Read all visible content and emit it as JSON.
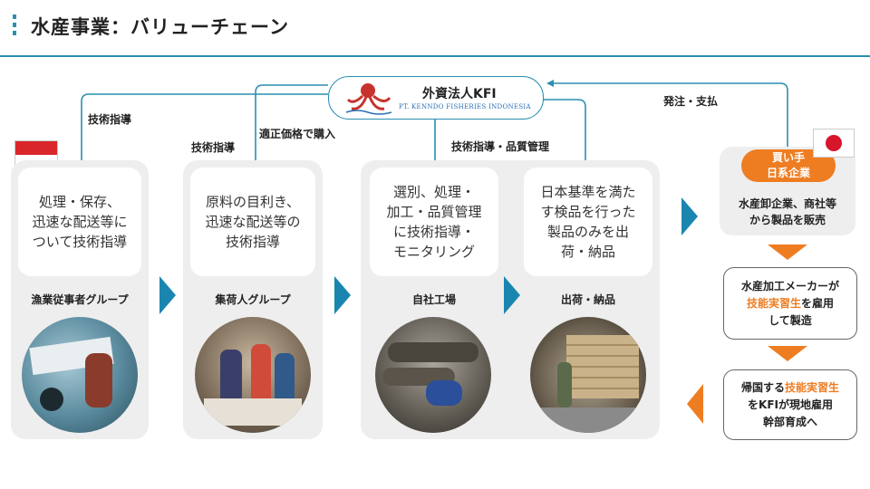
{
  "title": "水産事業：バリューチェーン",
  "kfi": {
    "name": "外資法人KFI",
    "subtitle": "PT. KENNDO FISHERIES INDONESIA"
  },
  "labels": {
    "tech_guidance_1": "技術指導",
    "tech_guidance_2": "技術指導",
    "fair_price": "適正価格で購入",
    "tech_quality": "技術指導・品質管理",
    "order_payment": "発注・支払"
  },
  "stages": [
    {
      "text_lines": [
        "処理・保存、",
        "迅速な配送等に",
        "ついて技術指導"
      ],
      "name": "漁業従事者グループ"
    },
    {
      "text_lines": [
        "原料の目利き、",
        "迅速な配送等の",
        "技術指導"
      ],
      "name": "集荷人グループ"
    },
    {
      "text_lines": [
        "選別、処理・",
        "加工・品質管理",
        "に技術指導・",
        "モニタリング"
      ],
      "name": "自社工場"
    },
    {
      "text_lines": [
        "日本基準を満た",
        "す検品を行った",
        "製品のみを出",
        "荷・納品"
      ],
      "name": "出荷・納品"
    }
  ],
  "buyer": {
    "badge_lines": [
      "買い手",
      "日系企業"
    ],
    "text_lines": [
      "水産卸企業、商社等",
      "から製品を販売"
    ]
  },
  "step2": {
    "line1": "水産加工メーカーが",
    "line2_highlight": "技能実習生",
    "line2_rest": "を雇用",
    "line3": "して製造"
  },
  "step3": {
    "line1_a": "帰国する",
    "line1_highlight": "技能実習生",
    "line2": "をKFIが現地雇用",
    "line3": "幹部育成へ"
  },
  "colors": {
    "accent_blue": "#2a8fb0",
    "accent_orange": "#ee7d22",
    "flag_red": "#d9262b",
    "jp_red": "#d7152b"
  }
}
